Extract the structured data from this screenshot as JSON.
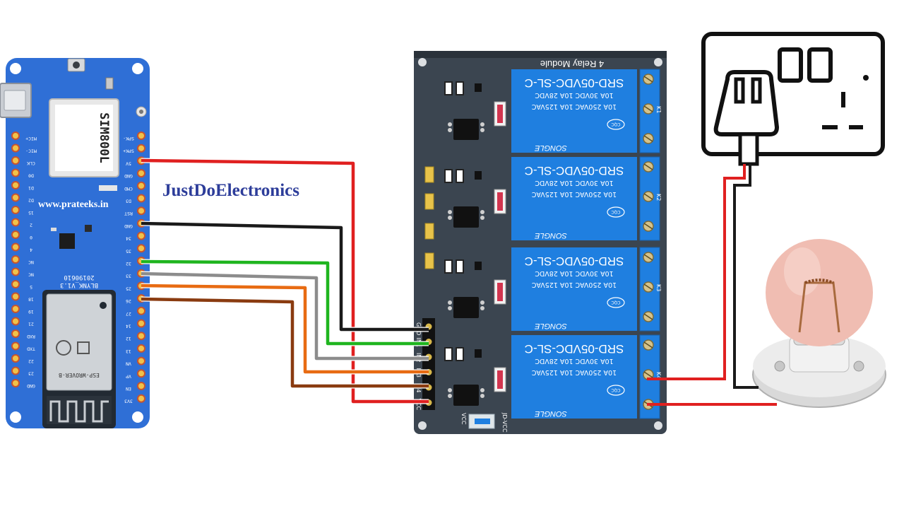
{
  "labels": {
    "brand": "JustDoElectronics",
    "website": "www.prateeks.in"
  },
  "esp32_board": {
    "module_label": "SIM800L",
    "board_label": "BLYNK_V1.3",
    "board_code": "20190610",
    "chip_label": "ESP-WROVER-B",
    "left_pins": [
      "MIC+",
      "MIC-",
      "CLK",
      "D0",
      "D1",
      "D2",
      "15",
      "2",
      "0",
      "4",
      "NC",
      "NC",
      "5",
      "18",
      "19",
      "21",
      "RXD",
      "TXD",
      "22",
      "23",
      "GND"
    ],
    "right_pins": [
      "SPK-",
      "SPK+",
      "5V",
      "GND",
      "CMD",
      "D3",
      "RST",
      "GND",
      "34",
      "35",
      "32",
      "33",
      "25",
      "26",
      "27",
      "14",
      "12",
      "13",
      "VN",
      "VP",
      "EN",
      "3V3"
    ]
  },
  "relay_module": {
    "title": "4 Relay Module",
    "relay_model": "SRD-05VDC-SL-C",
    "rating_1": "10A 250VAC 10A 125VAC",
    "rating_2": "10A 30VDC 10A 28VDC",
    "brand": "SONGLE",
    "cert": "CQC",
    "terminal_labels": [
      "K1",
      "K2",
      "K3",
      "K4"
    ],
    "header_pins": [
      "GND",
      "IN1",
      "IN2",
      "IN3",
      "IN4",
      "VCC"
    ],
    "jumper_labels": [
      "JD-VCC",
      "VCC"
    ]
  },
  "wires": [
    {
      "name": "vcc-wire",
      "color": "#e02020"
    },
    {
      "name": "gnd-wire",
      "color": "#1a1a1a"
    },
    {
      "name": "in1-wire",
      "color": "#1fb51f"
    },
    {
      "name": "in2-wire",
      "color": "#8c8c8c"
    },
    {
      "name": "in3-wire",
      "color": "#e86b12"
    },
    {
      "name": "in4-wire",
      "color": "#8a3b10"
    }
  ],
  "colors": {
    "board_blue": "#2f6fd6",
    "relay_pcb": "#3b4550",
    "relay_blue": "#1f7fe0",
    "brand_text": "#2d3d9a"
  }
}
